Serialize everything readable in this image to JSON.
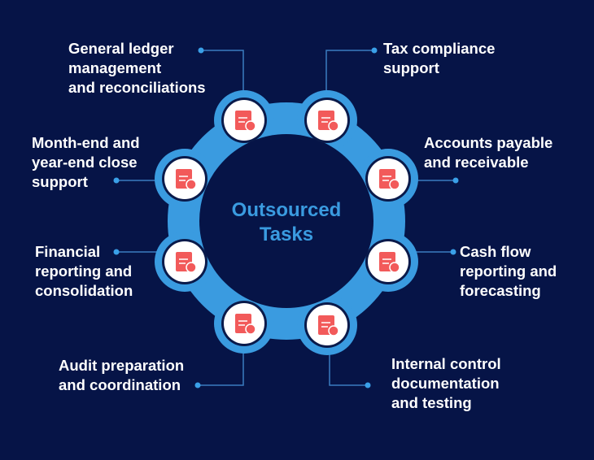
{
  "title": "Outsourced\nTasks",
  "colors": {
    "background": "#061447",
    "ring": "#3a9be0",
    "icon": "#f25a5a",
    "connector": "#3a7cc0"
  },
  "tasks": [
    {
      "label": "General ledger\nmanagement\nand reconciliations",
      "icon": "handshake-gear-icon"
    },
    {
      "label": "Tax compliance\nsupport",
      "icon": "tax-document-icon"
    },
    {
      "label": "Accounts payable\nand receivable",
      "icon": "hand-money-icon"
    },
    {
      "label": "Cash flow\nreporting and\nforecasting",
      "icon": "cash-bill-icon"
    },
    {
      "label": "Internal control\ndocumentation\nand testing",
      "icon": "document-check-icon"
    },
    {
      "label": "Audit preparation\nand coordination",
      "icon": "report-magnifier-icon"
    },
    {
      "label": "Financial\nreporting and\nconsolidation",
      "icon": "financial-report-icon"
    },
    {
      "label": "Month-end and\nyear-end close\nsupport",
      "icon": "team-growth-icon"
    }
  ]
}
